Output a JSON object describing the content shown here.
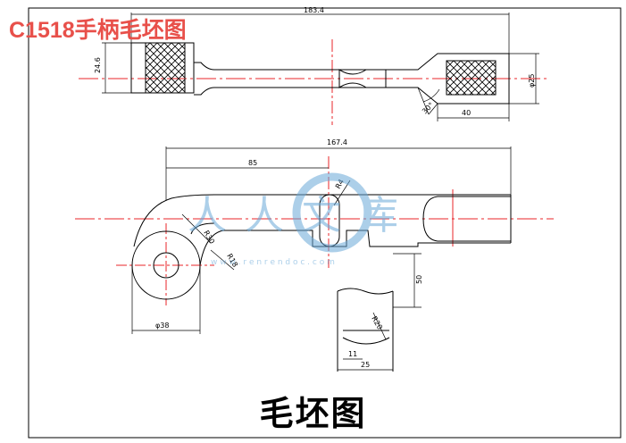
{
  "header": {
    "title": "C1518手柄毛坯图"
  },
  "caption": "毛坯图",
  "watermark": {
    "text": "人人文库",
    "url": "w w w . r e n r e n d o c . c o m"
  },
  "dimensions": {
    "overall_length_top": "183.4",
    "height_left": "24.6",
    "dia_right": "φ25",
    "angle": "30°",
    "len_40": "40",
    "overall_length_bottom": "167.4",
    "len_85": "85",
    "r_small": "R4",
    "r_30": "R30",
    "r_18": "R18",
    "dia_38": "φ38",
    "len_50": "50",
    "r_20": "R20",
    "len_11": "11",
    "len_25": "25"
  },
  "colors": {
    "centerline": "#e8242a",
    "outline": "#000000",
    "title": "#e8504a",
    "watermark": "#6aa9d8"
  }
}
